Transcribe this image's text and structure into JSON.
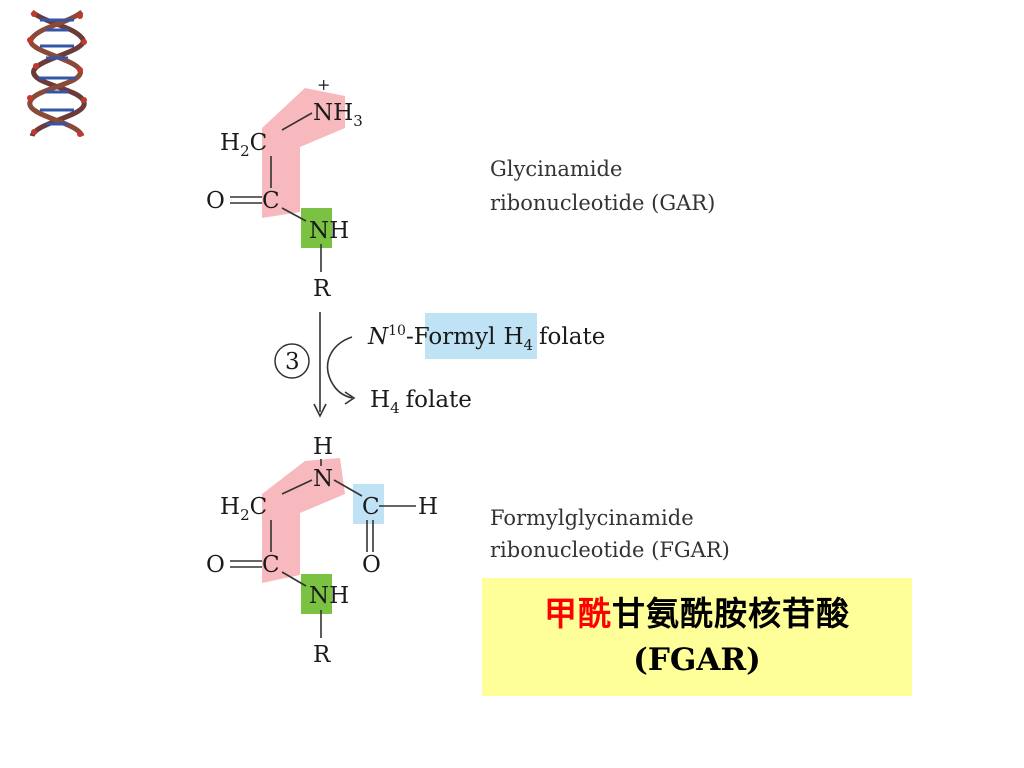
{
  "colors": {
    "highlight_pink": "#f7b9bd",
    "highlight_green": "#7cc242",
    "highlight_blue": "#bfe3f5",
    "caption_bg": "#ffff99",
    "caption_red": "#ff0000"
  },
  "icons": {
    "dna": "dna-helix-icon"
  },
  "gar": {
    "plus": "+",
    "nh3_n": "N",
    "nh3_h": "H",
    "nh3_sub": "3",
    "h2c_h": "H",
    "h2c_sub": "2",
    "h2c_c": "C",
    "o": "O",
    "c": "C",
    "nh_n": "N",
    "nh_h": "H",
    "r": "R",
    "name_line1": "Glycinamide",
    "name_line2": "ribonucleotide (GAR)"
  },
  "reaction": {
    "step": "3",
    "reagent_n": "N",
    "reagent_sup": "10",
    "reagent_formyl": "-Formyl",
    "reagent_h": "H",
    "reagent_sub": "4",
    "reagent_rest": "folate",
    "product_h": "H",
    "product_sub": "4",
    "product_rest": "folate"
  },
  "fgar": {
    "h_top": "H",
    "n": "N",
    "h2c_h": "H",
    "h2c_sub": "2",
    "h2c_c": "C",
    "formyl_c": "C",
    "formyl_h": "H",
    "formyl_o": "O",
    "o": "O",
    "c": "C",
    "nh_n": "N",
    "nh_h": "H",
    "r": "R",
    "name_line1": "Formylglycinamide",
    "name_line2": "ribonucleotide (FGAR)"
  },
  "caption": {
    "red_part": "甲酰",
    "black_part": "甘氨酰胺核苷酸",
    "line2": "(FGAR)"
  }
}
